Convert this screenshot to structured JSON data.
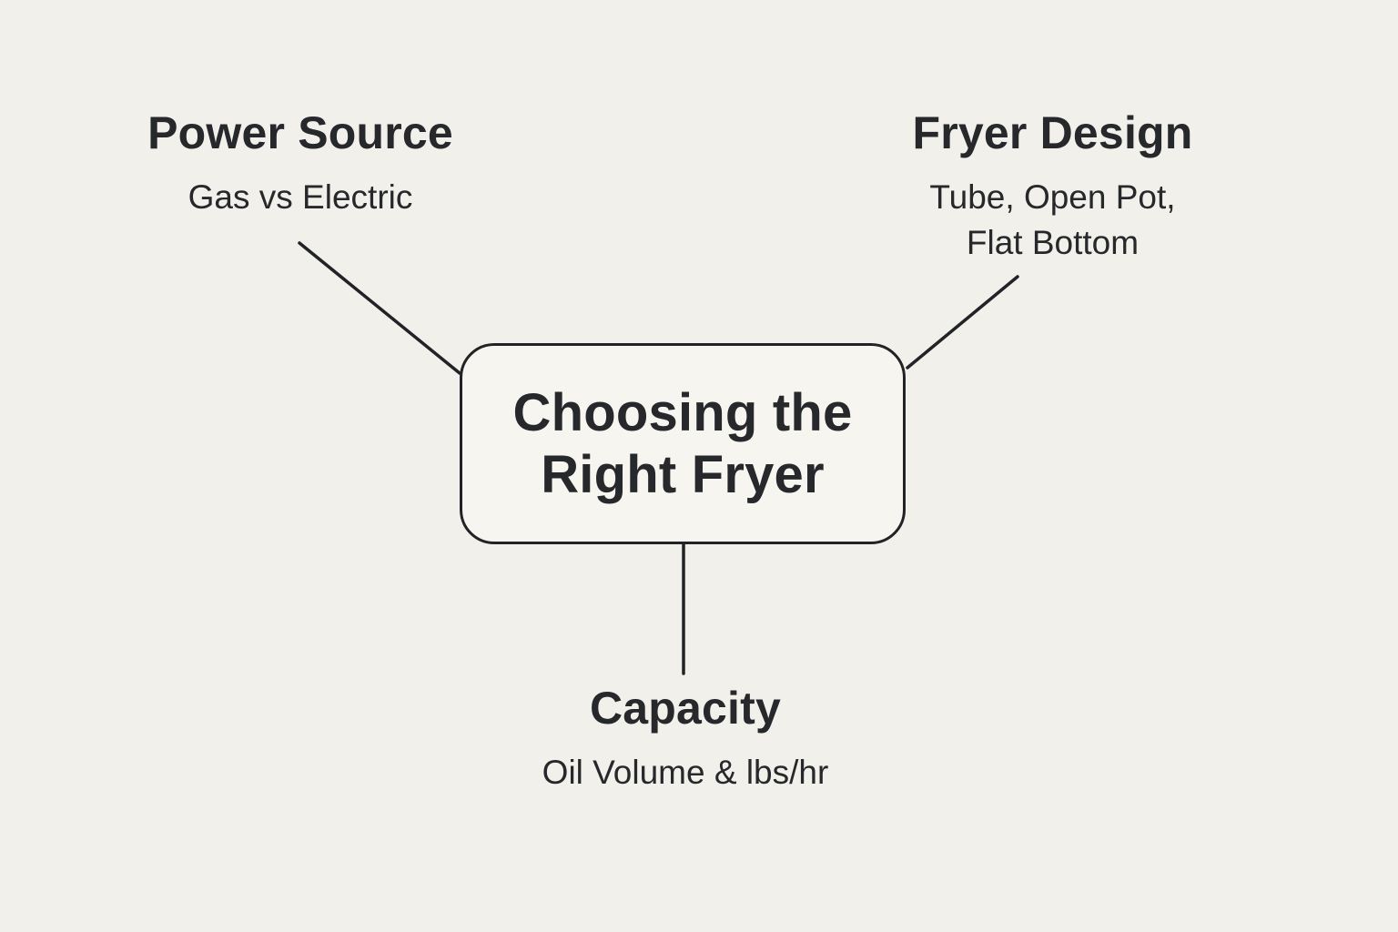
{
  "colors": {
    "background": "#f2f0eb",
    "node_fill": "#f7f5f0",
    "stroke": "#212326",
    "text": "#26282b"
  },
  "center_node": {
    "label": "Choosing the Right Fryer",
    "line1": "Choosing the",
    "line2": "Right Fryer"
  },
  "branches": [
    {
      "id": "power-source",
      "title": "Power Source",
      "subtitle_lines": [
        "Gas vs Electric"
      ]
    },
    {
      "id": "fryer-design",
      "title": "Fryer Design",
      "subtitle_lines": [
        "Tube, Open Pot,",
        "Flat Bottom"
      ]
    },
    {
      "id": "capacity",
      "title": "Capacity",
      "subtitle_lines": [
        "Oil Volume & lbs/hr"
      ]
    }
  ]
}
